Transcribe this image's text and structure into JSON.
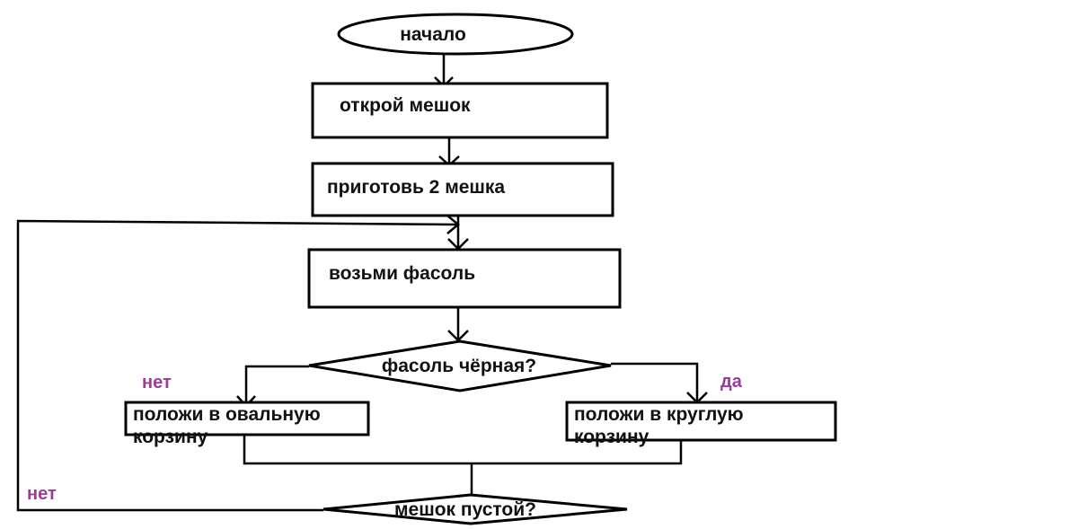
{
  "nodes": {
    "start": "начало",
    "open_bag": "открой мешок",
    "prepare_bags": "приготовь 2 мешка",
    "take_bean": "возьми фасоль",
    "decision_black": "фасоль чёрная?",
    "put_oval_line1": "положи в овальную",
    "put_oval_line2": "корзину",
    "put_round_line1": "положи в круглую",
    "put_round_line2": "корзину",
    "decision_empty": "мешок пустой?"
  },
  "branches": {
    "no_left": "нет",
    "yes_right": "да",
    "no_loop": "нет"
  },
  "colors": {
    "branch_label": "#9b3c9b",
    "line": "#000000"
  }
}
